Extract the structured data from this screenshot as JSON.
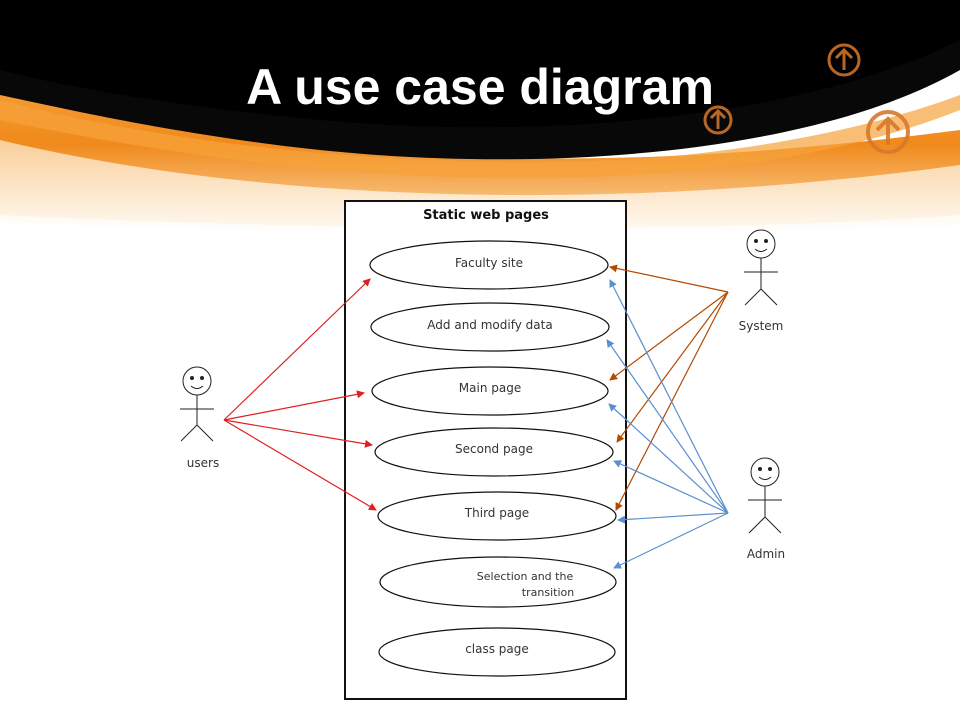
{
  "slide": {
    "title": "A use case diagram"
  },
  "diagram": {
    "system_title": "Static web pages",
    "use_cases": [
      {
        "label": "Faculty site"
      },
      {
        "label": "Add and modify data"
      },
      {
        "label": "Main page"
      },
      {
        "label": "Second page"
      },
      {
        "label": "Third page"
      },
      {
        "label_line1": "Selection and the",
        "label_line2": "transition"
      },
      {
        "label": "class page"
      }
    ],
    "actors": {
      "users": "users",
      "system": "System",
      "admin": "Admin"
    }
  },
  "colors": {
    "banner_dark": "#0a0a0a",
    "banner_orange": "#f08a1c",
    "users_arrows": "#e02020",
    "system_arrows": "#b34a00",
    "admin_arrows": "#5a8fd0"
  },
  "icons": [
    "arrow-up-circle-icon",
    "arrow-up-circle-icon",
    "arrow-up-circle-icon"
  ]
}
